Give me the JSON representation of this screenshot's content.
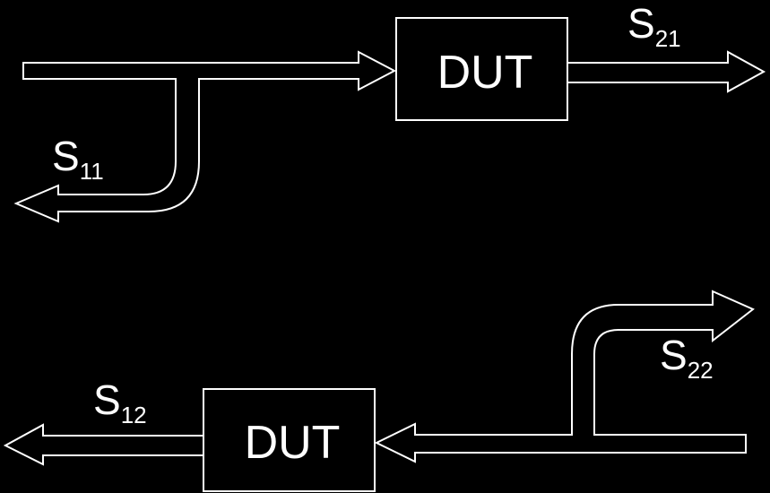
{
  "colors": {
    "background": "#000000",
    "stroke": "#ffffff",
    "text": "#ffffff"
  },
  "top": {
    "dut_label": "DUT",
    "transmitted": {
      "letter": "S",
      "subscript": "21"
    },
    "reflected": {
      "letter": "S",
      "subscript": "11"
    }
  },
  "bottom": {
    "dut_label": "DUT",
    "transmitted": {
      "letter": "S",
      "subscript": "12"
    },
    "reflected": {
      "letter": "S",
      "subscript": "22"
    }
  }
}
